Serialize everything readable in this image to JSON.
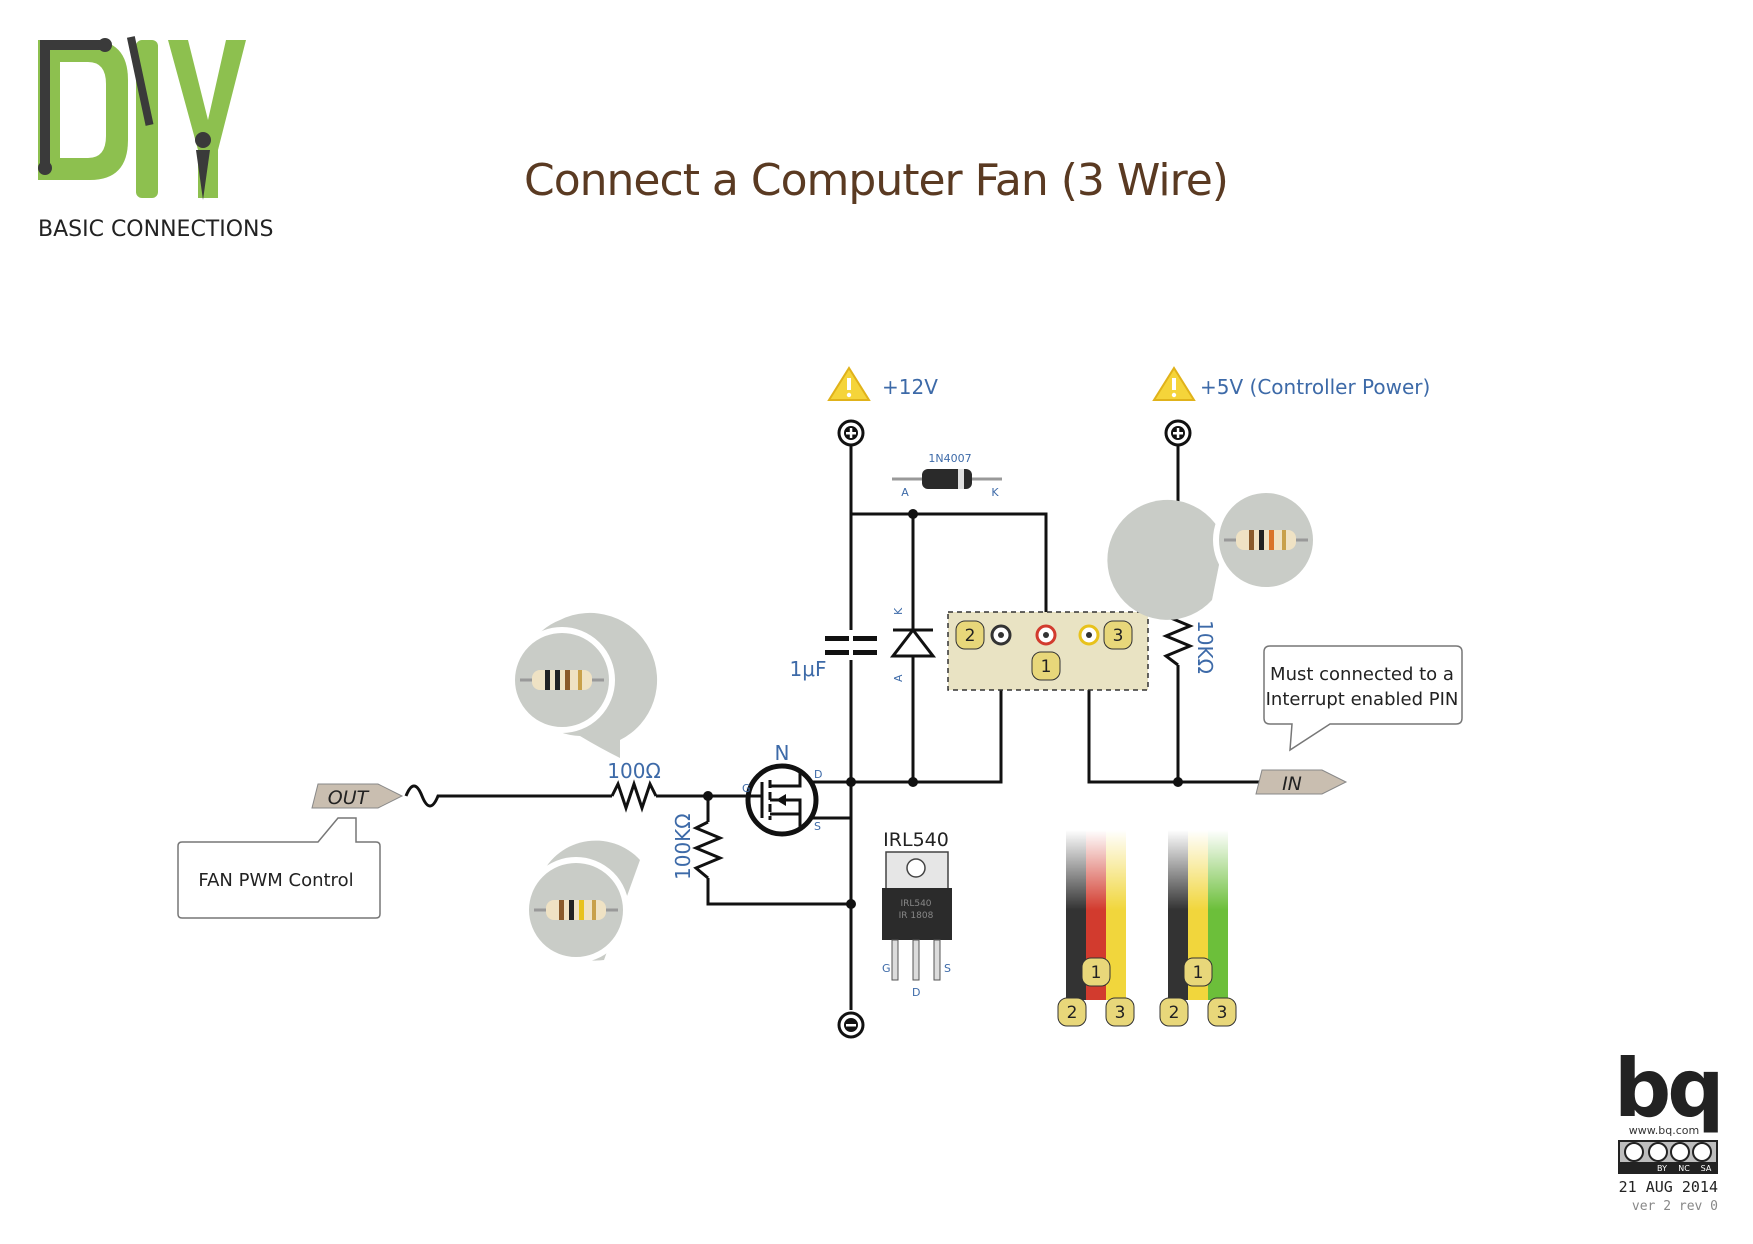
{
  "header": {
    "logo_text": "DIY",
    "subtitle": "BASIC CONNECTIONS",
    "title": "Connect a Computer Fan (3 Wire)"
  },
  "power": {
    "v12_label": "+12V",
    "v5_label": "+5V (Controller Power)"
  },
  "components": {
    "diode_name": "1N4007",
    "diode_anode": "A",
    "diode_cathode": "K",
    "capacitor_value": "1μF",
    "resistor_gate_value": "100Ω",
    "resistor_pulldown_value": "100KΩ",
    "resistor_pullup_value": "10KΩ",
    "mosfet_type": "N",
    "mosfet_g": "G",
    "mosfet_d": "D",
    "mosfet_s": "S",
    "mosfet_part": "IRL540",
    "package_text_1": "IRL540",
    "package_text_2": "IR 1808"
  },
  "connector": {
    "pin1": "1",
    "pin2": "2",
    "pin3": "3"
  },
  "labels": {
    "out": "OUT",
    "in": "IN",
    "fan_pwm_note": "FAN PWM Control",
    "interrupt_note_line1": "Must connected to a",
    "interrupt_note_line2": "Interrupt enabled PIN"
  },
  "cables": [
    {
      "pin_top": "1",
      "pin_left": "2",
      "pin_right": "3"
    },
    {
      "pin_top": "1",
      "pin_left": "2",
      "pin_right": "3"
    }
  ],
  "footer": {
    "brand": "bq",
    "url": "www.bq.com",
    "license_by": "BY",
    "license_nc": "NC",
    "license_sa": "SA",
    "date": "21 AUG 2014",
    "version": "ver 2 rev 0"
  },
  "colors": {
    "title_brown": "#5a3a22",
    "label_blue": "#3d6aa8",
    "logo_green": "#8dc04f",
    "warning_yellow": "#f5d43a",
    "pin_yellow": "#e8d77a",
    "connector_bg": "#e9e3c3",
    "bubble_gray": "#c9ccc7"
  },
  "icons": {
    "warning": "warning-triangle-icon",
    "plus": "plus-terminal-icon",
    "minus": "minus-terminal-icon"
  }
}
